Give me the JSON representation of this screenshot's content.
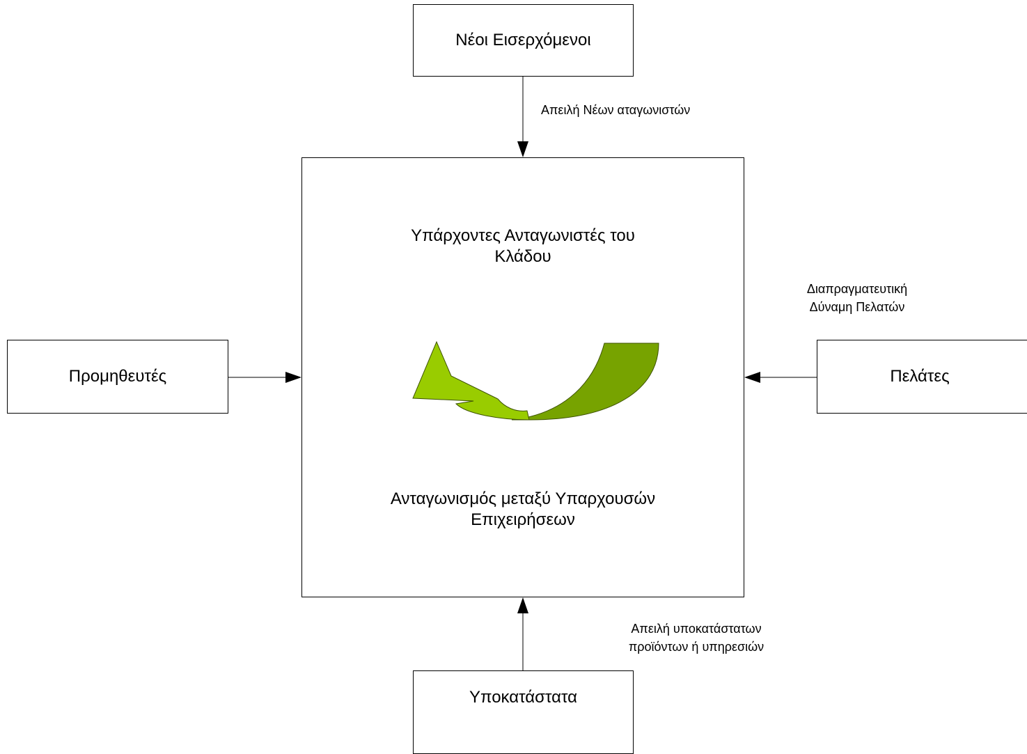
{
  "boxes": {
    "new_entrants": "Νέοι Εισερχόμενοι",
    "suppliers": "Προμηθευτές",
    "customers": "Πελάτες",
    "substitutes": "Υποκατάστατα"
  },
  "center": {
    "title_line1": "Υπάρχοντες Ανταγωνιστές του",
    "title_line2": "Κλάδου",
    "bottom_line1": "Ανταγωνισμός μεταξύ Υπαρχουσών",
    "bottom_line2": "Επιχειρήσεων"
  },
  "labels": {
    "new_entrants_threat": "Απειλή Νέων αταγωνιστών",
    "buyer_power_line1": "Διαπραγματευτική",
    "buyer_power_line2": "Δύναμη Πελατών",
    "substitutes_threat_line1": "Απειλή υποκατάστατων",
    "substitutes_threat_line2": "προϊόντων ή υπηρεσιών"
  },
  "colors": {
    "arrow_light": "#99cc00",
    "arrow_dark": "#77a300",
    "stroke": "#000000"
  }
}
